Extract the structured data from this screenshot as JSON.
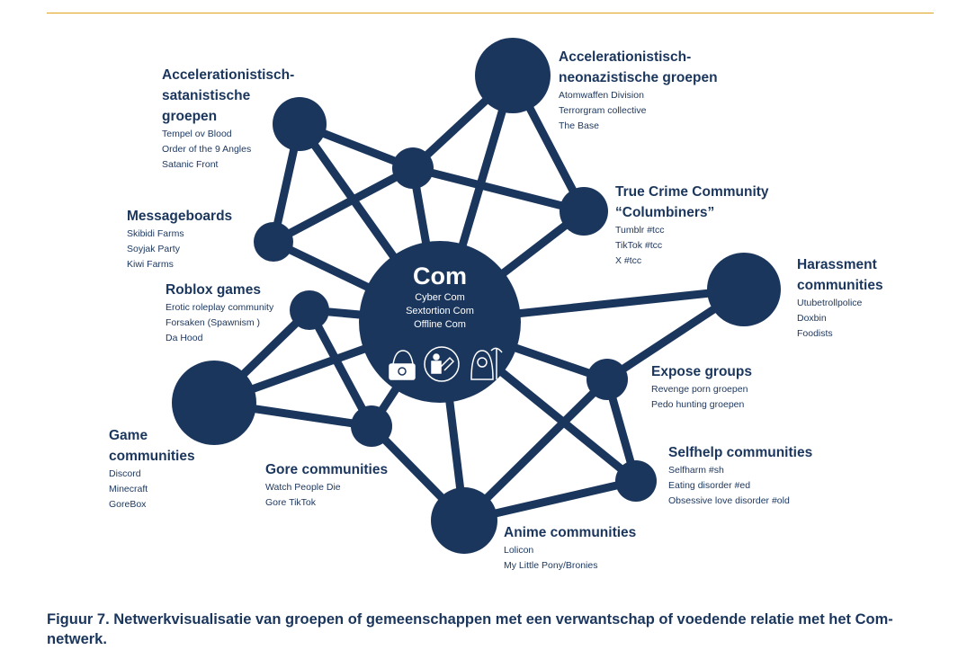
{
  "center": {
    "title": "Com",
    "items": [
      "Cyber Com",
      "Sextortion Com",
      "Offline Com"
    ],
    "icons": [
      "hacker-icon",
      "grooming-icon",
      "grim-reaper-icon"
    ]
  },
  "nodes": {
    "acc_sat": {
      "title": [
        "Accelerationistisch-",
        "satanistische",
        "groepen"
      ],
      "items": [
        "Tempel ov Blood",
        "Order of the 9 Angles",
        "Satanic Front"
      ]
    },
    "acc_neo": {
      "title": [
        "Accelerationistisch-",
        "neonazistische groepen"
      ],
      "items": [
        "Atomwaffen Division",
        "Terrorgram collective",
        "The Base"
      ]
    },
    "true_crime": {
      "title": [
        "True Crime Community",
        "“Columbiners”"
      ],
      "items": [
        "Tumblr #tcc",
        "TikTok #tcc",
        "X #tcc"
      ]
    },
    "messageboards": {
      "title": [
        "Messageboards"
      ],
      "items": [
        "Skibidi Farms",
        "Soyjak Party",
        "Kiwi Farms"
      ]
    },
    "roblox": {
      "title": [
        "Roblox games"
      ],
      "items": [
        "Erotic roleplay community",
        "Forsaken (Spawnism )",
        "Da Hood"
      ]
    },
    "harassment": {
      "title": [
        "Harassment",
        "communities"
      ],
      "items": [
        "Utubetrollpolice",
        "Doxbin",
        "Foodists"
      ]
    },
    "expose": {
      "title": [
        "Expose groups"
      ],
      "items": [
        "Revenge porn groepen",
        "Pedo hunting groepen"
      ]
    },
    "game": {
      "title": [
        "Game",
        "communities"
      ],
      "items": [
        "Discord",
        "Minecraft",
        "GoreBox"
      ]
    },
    "gore": {
      "title": [
        "Gore communities"
      ],
      "items": [
        "Watch People Die",
        "Gore TikTok"
      ]
    },
    "selfhelp": {
      "title": [
        "Selfhelp communities"
      ],
      "items": [
        "Selfharm #sh",
        "Eating disorder #ed",
        "Obsessive love disorder #old"
      ]
    },
    "anime": {
      "title": [
        "Anime communities"
      ],
      "items": [
        "Lolicon",
        "My Little Pony/Bronies"
      ]
    }
  },
  "caption": "Figuur 7. Netwerkvisualisatie van groepen of gemeenschappen met een verwantschap of voedende relatie met het Com-netwerk.",
  "colors": {
    "node": "#1b365d",
    "rule": "#e0a21c"
  }
}
